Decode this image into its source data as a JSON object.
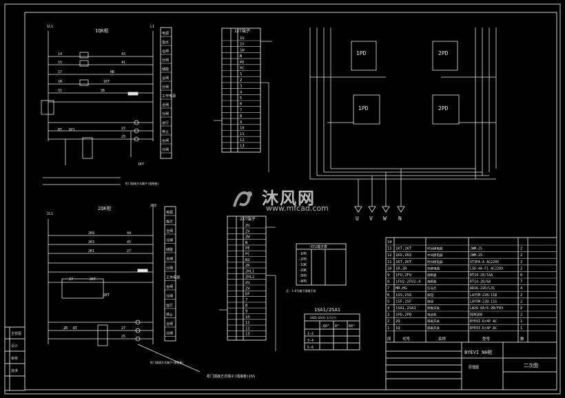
{
  "sheet": {
    "title_block_model": "BYEVI NH柜",
    "title_block_sub": "原理图",
    "title_block_name": "二次图"
  },
  "circuit1": {
    "label": "1QK柜"
  },
  "circuit2": {
    "label": "2QK柜"
  },
  "xt1_header": "1XT端子",
  "xt2_header": "2XT端子",
  "xt1_rows": [
    "1U",
    "1V",
    "1W",
    "N",
    "PE",
    "PC",
    "1",
    "2",
    "3",
    "4",
    "5",
    "6",
    "7",
    "8",
    "9",
    "10",
    "11",
    "12",
    "13"
  ],
  "xt2_rows": [
    "2U",
    "2V",
    "2W",
    "N",
    "PE",
    "PC",
    "N2",
    "2R",
    "2HL1",
    "2HL2",
    "2G",
    "2V",
    "DF",
    "7",
    "8",
    "9",
    "10",
    "11",
    "12",
    "13"
  ],
  "small_table": {
    "header": "-XT2端子表",
    "rows": [
      "-1PD",
      "-2PD",
      "-1QK",
      "-2QK",
      "-3PD",
      "-4PD"
    ]
  },
  "switch_table": {
    "title": "1SA1/2SA1",
    "header": "LW26-6A/6-1/3(Y)",
    "columns": [
      "-60°",
      "0°",
      "60°"
    ],
    "rows": [
      "1-2",
      "3-4",
      "5-6"
    ]
  },
  "bus_labels": [
    "U",
    "V",
    "W",
    "N"
  ],
  "components": [
    {
      "no": "14",
      "code": "",
      "name": "",
      "model": "",
      "qty": ""
    },
    {
      "no": "13",
      "code": "1KT,2KT",
      "name": "时间继电器",
      "model": "JWM-25",
      "qty": "2"
    },
    {
      "no": "12",
      "code": "1KX,2KX",
      "name": "中间继电器",
      "model": "JWM-25",
      "qty": "2"
    },
    {
      "no": "11",
      "code": "1KT,2KT",
      "name": "时间继电器",
      "model": "ST3PA-A AC220V",
      "qty": "2"
    },
    {
      "no": "10",
      "code": "1R,2R",
      "name": "热继电器",
      "model": "LSD-4A-F1 AC220V",
      "qty": "2"
    },
    {
      "no": "9",
      "code": "1FU,2FU",
      "name": "熔断器",
      "model": "RT14-20/16A",
      "qty": "6"
    },
    {
      "no": "8",
      "code": "1FU2-2FU2-4",
      "name": "熔断器",
      "model": "RT14-20/6A",
      "qty": "7"
    },
    {
      "no": "7",
      "code": "HR,HG",
      "name": "信号灯",
      "model": "AD16-22D/L31",
      "qty": "4"
    },
    {
      "no": "6",
      "code": "1SS,2SS",
      "name": "按钮",
      "model": "LAY5M-22B-11R",
      "qty": "2"
    },
    {
      "no": "5",
      "code": "1SF,2SF",
      "name": "按钮",
      "model": "LAY5M-22B-11G",
      "qty": "2"
    },
    {
      "no": "4",
      "code": "1SA1,2SA1",
      "name": "转换开关",
      "model": "LW26-6A/6-2R/FB3",
      "qty": "2"
    },
    {
      "no": "3",
      "code": "1PD,2PD",
      "name": "电动机",
      "model": "DDN300",
      "qty": "2"
    },
    {
      "no": "2",
      "code": "2Q",
      "name": "隔离开关",
      "model": "BYEVI-D/4P AC",
      "qty": "1"
    },
    {
      "no": "1",
      "code": "1Q",
      "name": "隔离开关",
      "model": "BYEVI-D/4P AC",
      "qty": "1"
    }
  ],
  "column_headers": {
    "no": "序",
    "code": "代号",
    "name": "名称",
    "model": "型号",
    "qty": "数"
  },
  "motor_labels": [
    "1PD",
    "2PD",
    "1PD",
    "2PD"
  ],
  "annotations": {
    "note1": "柜门插接方式端子(插接板)",
    "note2": "柜门插接方式端子(插接板)1SS",
    "note3": "注：1~6号端子接端子排"
  },
  "side_labels1": [
    "电源",
    "指示",
    "合闸",
    "分闸",
    "储能",
    "合闸",
    "分闸",
    "工作电源",
    "合闸",
    "分闸",
    "运行",
    "停止",
    "合闸",
    "分闸"
  ],
  "side_labels2": [
    "电源",
    "指示",
    "合闸",
    "分闸",
    "储能",
    "合闸",
    "分闸",
    "工作电源",
    "合闸",
    "分闸",
    "运行",
    "停止",
    "合闸",
    "分闸"
  ],
  "left_block_labels": [
    "主管图",
    "设计",
    "审核",
    "批准"
  ],
  "watermark": {
    "title": "沐风网",
    "url": "www.mfcad.com"
  }
}
